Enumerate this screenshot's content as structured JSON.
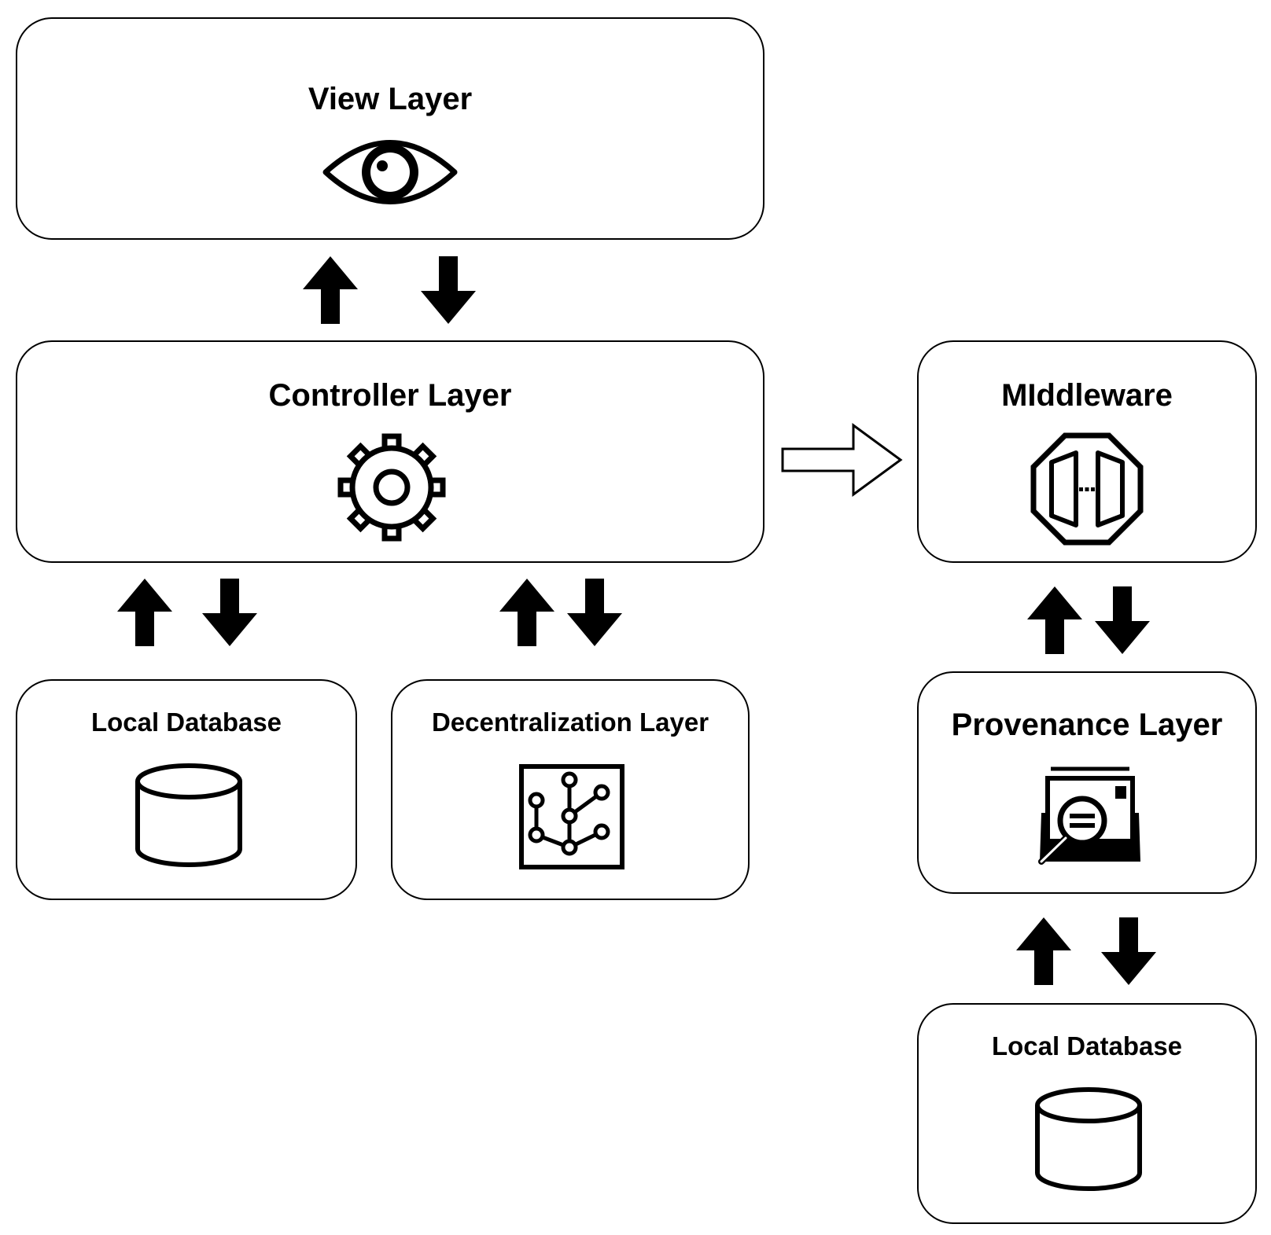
{
  "boxes": {
    "view": {
      "label": "View Layer",
      "icon": "eye-icon"
    },
    "controller": {
      "label": "Controller Layer",
      "icon": "gear-icon"
    },
    "local_db_left": {
      "label": "Local Database",
      "icon": "database-icon"
    },
    "decentralization": {
      "label": "Decentralization Layer",
      "icon": "network-tree-icon"
    },
    "middleware": {
      "label": "MIddleware",
      "icon": "middleware-octagon-icon"
    },
    "provenance": {
      "label": "Provenance Layer",
      "icon": "document-search-icon"
    },
    "local_db_right": {
      "label": "Local Database",
      "icon": "database-icon"
    }
  },
  "connections": [
    {
      "from": "controller",
      "to": "view",
      "type": "bidirectional"
    },
    {
      "from": "controller",
      "to": "local_db_left",
      "type": "bidirectional"
    },
    {
      "from": "controller",
      "to": "decentralization",
      "type": "bidirectional"
    },
    {
      "from": "controller",
      "to": "middleware",
      "type": "outline-arrow"
    },
    {
      "from": "middleware",
      "to": "provenance",
      "type": "bidirectional"
    },
    {
      "from": "provenance",
      "to": "local_db_right",
      "type": "bidirectional"
    }
  ],
  "colors": {
    "stroke": "#000000",
    "fill": "#ffffff"
  }
}
